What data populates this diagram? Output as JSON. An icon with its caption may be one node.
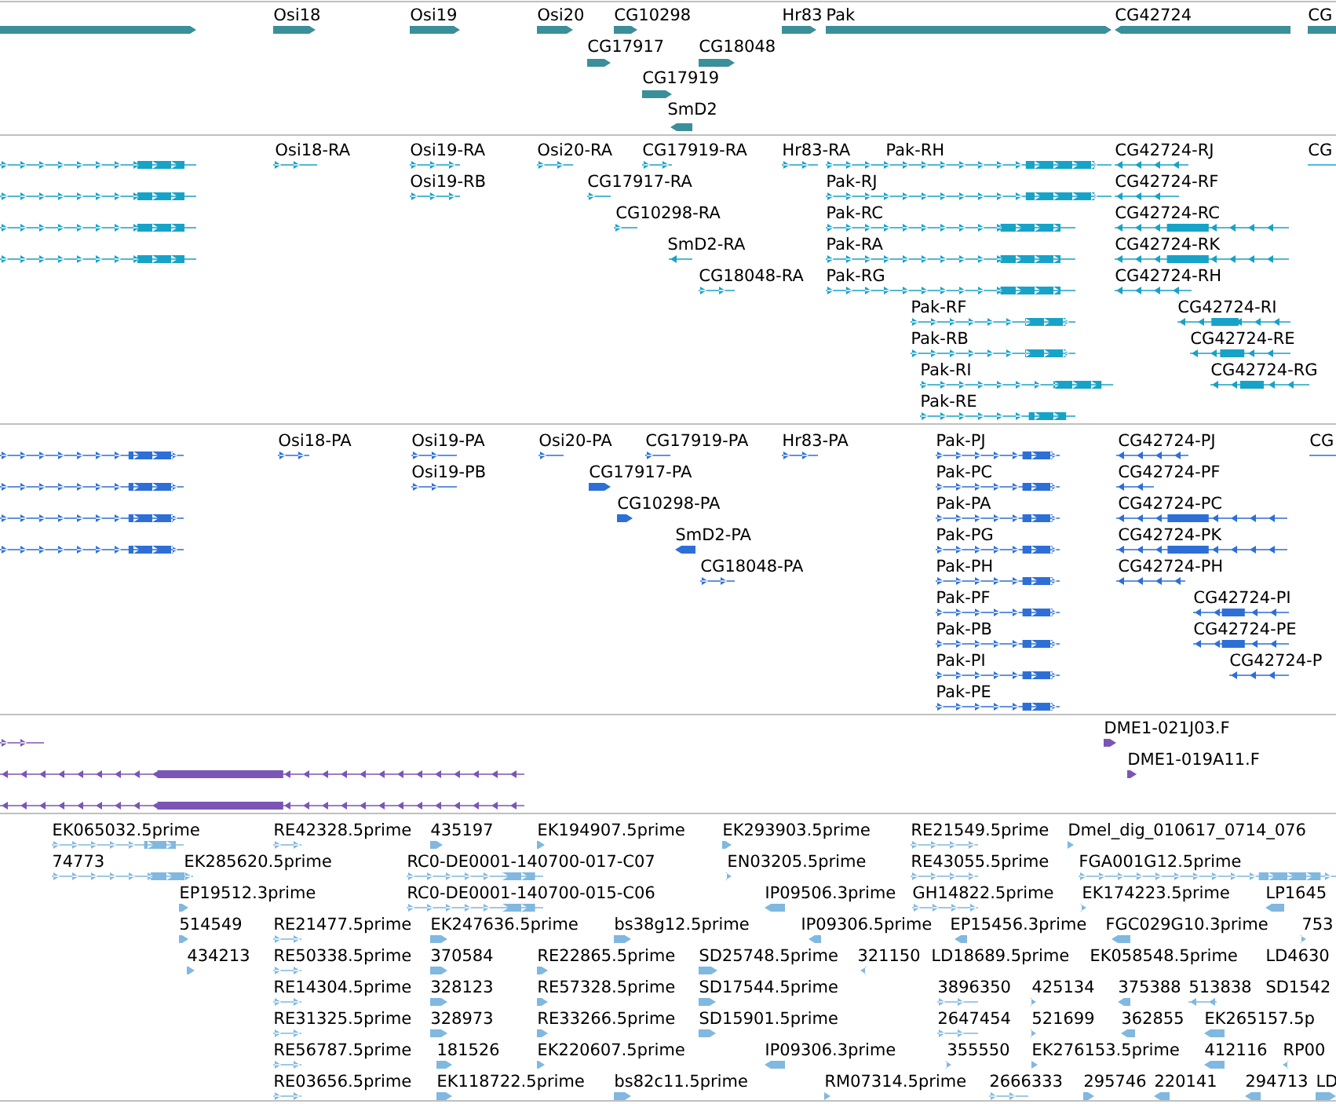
{
  "diagram": {
    "labels": [
      "Osi18",
      "Osi19",
      "Osi20",
      "CG10298",
      "Hr83",
      "Pak",
      "CG42724",
      "CG",
      "CG17917",
      "CG18048",
      "CG17919",
      "SmD2",
      "Osi18-RA",
      "Osi19-RA",
      "Osi20-RA",
      "CG17919-RA",
      "Hr83-RA",
      "Pak-RH",
      "CG42724-RJ",
      "CG",
      "Osi19-RB",
      "CG17917-RA",
      "Pak-RJ",
      "CG42724-RF",
      "CG10298-RA",
      "Pak-RC",
      "CG42724-RC",
      "SmD2-RA",
      "Pak-RA",
      "CG42724-RK",
      "CG18048-RA",
      "Pak-RG",
      "CG42724-RH",
      "Pak-RF",
      "CG42724-RI",
      "Pak-RB",
      "CG42724-RE",
      "Pak-RI",
      "CG42724-RG",
      "Pak-RE",
      "Osi18-PA",
      "Osi19-PA",
      "Osi20-PA",
      "CG17919-PA",
      "Hr83-PA",
      "Pak-PJ",
      "CG42724-PJ",
      "CG",
      "Osi19-PB",
      "CG17917-PA",
      "Pak-PC",
      "CG42724-PF",
      "CG10298-PA",
      "Pak-PA",
      "CG42724-PC",
      "SmD2-PA",
      "Pak-PG",
      "CG42724-PK",
      "CG18048-PA",
      "Pak-PH",
      "CG42724-PH",
      "Pak-PF",
      "CG42724-PI",
      "Pak-PB",
      "CG42724-PE",
      "Pak-PI",
      "CG42724-P",
      "Pak-PE",
      "DME1-021J03.F",
      "DME1-019A11.F",
      "EK065032.5prime",
      "RE42328.5prime",
      "435197",
      "EK194907.5prime",
      "EK293903.5prime",
      "RE21549.5prime",
      "Dmel_dig_010617_0714_076",
      "74773",
      "EK285620.5prime",
      "RC0-DE0001-140700-017-C07",
      "EN03205.5prime",
      "RE43055.5prime",
      "FGA001G12.5prime",
      "EP19512.3prime",
      "RC0-DE0001-140700-015-C06",
      "IP09506.3prime",
      "GH14822.5prime",
      "EK174223.5prime",
      "LP1645",
      "514549",
      "RE21477.5prime",
      "EK247636.5prime",
      "bs38g12.5prime",
      "IP09306.5prime",
      "EP15456.3prime",
      "FGC029G10.3prime",
      "753",
      "434213",
      "RE50338.5prime",
      "370584",
      "RE22865.5prime",
      "SD25748.5prime",
      "321150",
      "LD18689.5prime",
      "EK058548.5prime",
      "LD4630",
      "RE14304.5prime",
      "328123",
      "RE57328.5prime",
      "SD17544.5prime",
      "3896350",
      "425134",
      "375388",
      "513838",
      "SD1542",
      "RE31325.5prime",
      "328973",
      "RE33266.5prime",
      "SD15901.5prime",
      "2647454",
      "521699",
      "362855",
      "EK265157.5p",
      "RE56787.5prime",
      "181526",
      "EK220607.5prime",
      "IP09306.3prime",
      "355550",
      "EK276153.5prime",
      "412116",
      "RP00",
      "RE03656.5prime",
      "EK118722.5prime",
      "bs82c11.5prime",
      "RM07314.5prime",
      "2666333",
      "295746",
      "220141",
      "294713",
      "LD"
    ]
  }
}
